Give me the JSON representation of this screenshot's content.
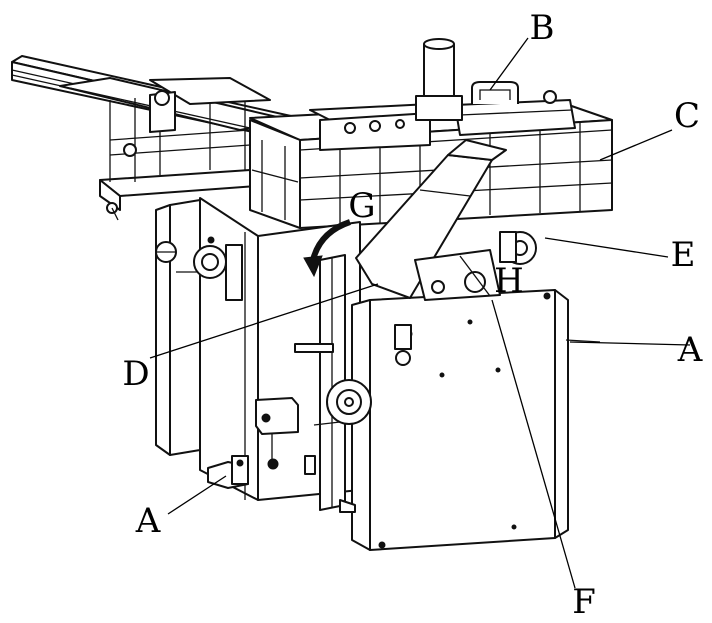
{
  "diagram": {
    "callouts": [
      {
        "id": "B",
        "text": "B"
      },
      {
        "id": "C",
        "text": "C"
      },
      {
        "id": "G",
        "text": "G"
      },
      {
        "id": "E",
        "text": "E"
      },
      {
        "id": "H",
        "text": "H"
      },
      {
        "id": "A_right",
        "text": "A"
      },
      {
        "id": "D",
        "text": "D"
      },
      {
        "id": "A_left",
        "text": "A"
      },
      {
        "id": "F",
        "text": "F"
      }
    ]
  }
}
